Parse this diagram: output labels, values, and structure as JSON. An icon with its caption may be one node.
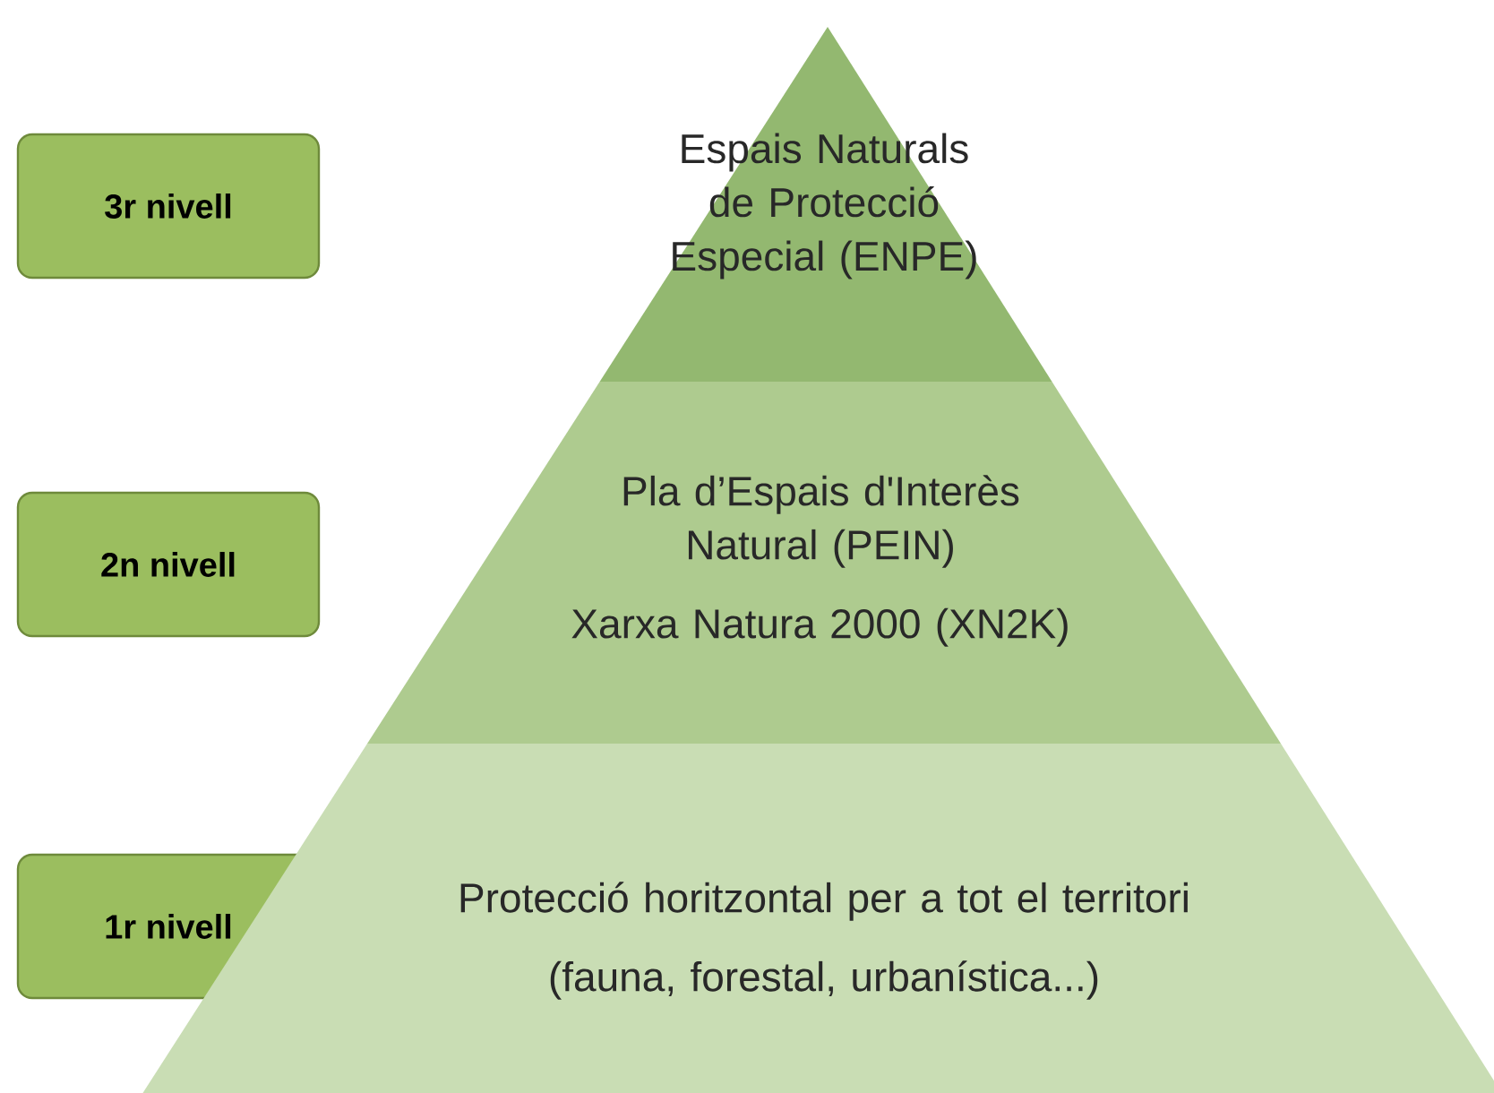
{
  "diagram": {
    "nodes": [
      {
        "text": [
          "3r nivell"
        ]
      },
      {
        "text": [
          "Espais Naturals de Protecció Especial (ENPE)"
        ]
      },
      {
        "text": [
          "2n nivell"
        ]
      },
      {
        "text": [
          "Pla d’Espais d'Interès Natural (PEIN)",
          "Xarxa Natura 2000 (XN2K)"
        ]
      },
      {
        "text": [
          "1r nivell"
        ]
      },
      {
        "text": [
          "Protecció horitzontal per a tot el territori",
          "(fauna, forestal, urbanística...)"
        ]
      }
    ],
    "edges": []
  }
}
